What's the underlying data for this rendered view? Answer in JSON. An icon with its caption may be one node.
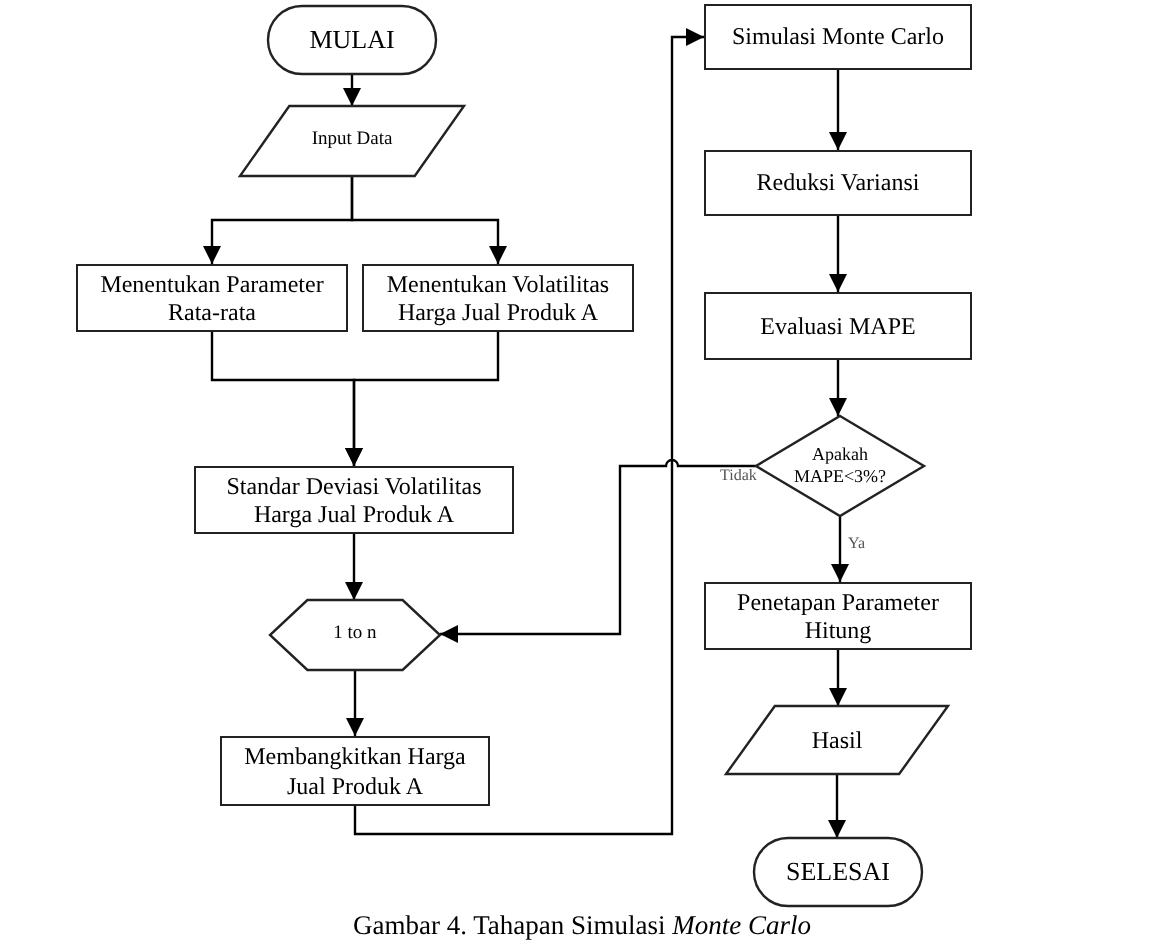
{
  "diagram": {
    "caption": "Gambar 4. Tahapan Simulasi *Monte Carlo*",
    "nodes": [
      {
        "text": [
          "MULAI"
        ]
      },
      {
        "text": [
          "Input Data"
        ]
      },
      {
        "text": [
          "Menentukan Parameter Rata-rata"
        ]
      },
      {
        "text": [
          "Menentukan Volatilitas Harga Jual Produk A"
        ]
      },
      {
        "text": [
          "Standar Deviasi Volatilitas Harga Jual Produk A"
        ]
      },
      {
        "text": [
          "1 to n"
        ]
      },
      {
        "text": [
          "Membangkitkan Harga Jual Produk A"
        ]
      },
      {
        "text": [
          "Simulasi Monte Carlo"
        ]
      },
      {
        "text": [
          "Reduksi Variansi"
        ]
      },
      {
        "text": [
          "Evaluasi MAPE"
        ]
      },
      {
        "text": [
          "Apakah MAPE<3%?"
        ]
      },
      {
        "text": [
          "Penetapan Parameter Hitung"
        ]
      },
      {
        "text": [
          "Hasil"
        ]
      },
      {
        "text": [
          "SELESAI"
        ]
      }
    ],
    "edges": [
      {
        "from": 0,
        "to": 1,
        "arrow": "to"
      },
      {
        "from": 1,
        "to": 2,
        "arrow": "to"
      },
      {
        "from": 1,
        "to": 3,
        "arrow": "to"
      },
      {
        "from": 2,
        "to": 4,
        "arrow": "to"
      },
      {
        "from": 3,
        "to": 4,
        "arrow": "to"
      },
      {
        "from": 4,
        "to": 5,
        "arrow": "to"
      },
      {
        "from": 5,
        "to": 6,
        "arrow": "to"
      },
      {
        "from": 6,
        "to": 7,
        "arrow": "to"
      },
      {
        "from": 7,
        "to": 8,
        "arrow": "to"
      },
      {
        "from": 8,
        "to": 9,
        "arrow": "to"
      },
      {
        "from": 9,
        "to": 10,
        "arrow": "to"
      },
      {
        "from": 10,
        "to": 5,
        "arrow": "to",
        "label": "Tidak"
      },
      {
        "from": 10,
        "to": 11,
        "arrow": "to",
        "label": "Ya"
      },
      {
        "from": 11,
        "to": 12,
        "arrow": "to"
      },
      {
        "from": 12,
        "to": 13,
        "arrow": "to"
      }
    ]
  }
}
